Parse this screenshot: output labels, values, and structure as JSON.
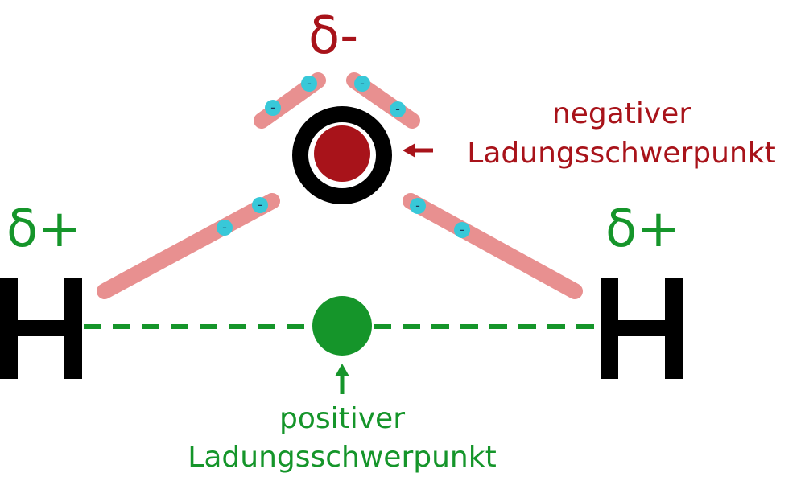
{
  "colors": {
    "negative": "#a8131a",
    "positive": "#15952a",
    "bond": "#e89090",
    "electron": "#38c8d8",
    "atom": "#000000",
    "background": "#ffffff"
  },
  "atoms": {
    "oxygen": "O",
    "hydrogen_left": "H",
    "hydrogen_right": "H"
  },
  "charges": {
    "oxygen_partial": "δ-",
    "hydrogen_left_partial": "δ+",
    "hydrogen_right_partial": "δ+"
  },
  "electrons": {
    "symbol": "-",
    "count": 8
  },
  "labels": {
    "negative_center_line1": "negativer",
    "negative_center_line2": "Ladungsschwerpunkt",
    "positive_center_line1": "positiver",
    "positive_center_line2": "Ladungsschwerpunkt"
  }
}
